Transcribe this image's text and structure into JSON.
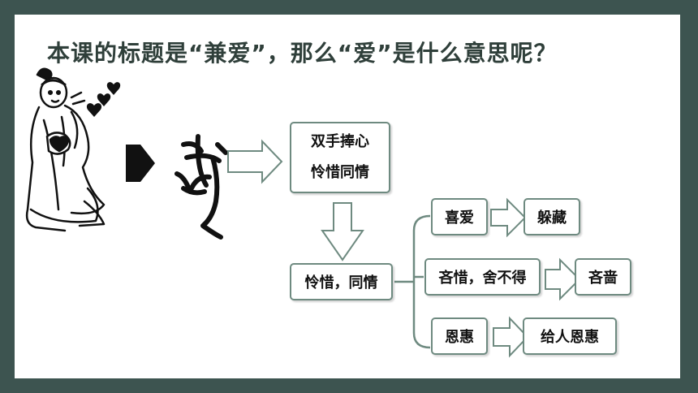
{
  "title": "本课的标题是“兼爱”，那么“爱”是什么意思呢？",
  "boxes": {
    "top_line1": "双手捧心",
    "top_line2": "怜惜同情",
    "middle": "怜惜，同情",
    "b1_left": "喜爱",
    "b1_right": "躲藏",
    "b2_left": "吝惜，舍不得",
    "b2_right": "吝啬",
    "b3_left": "恩惠",
    "b3_right": "给人恩惠"
  },
  "colors": {
    "frame": "#3d5450",
    "title": "#2f3f3a",
    "box_border": "#6e8a80"
  },
  "icons": [
    "kneeling-figure-illustration",
    "heart-icon",
    "triangle-arrow-icon",
    "ancient-character-glyph",
    "hollow-arrow-icon"
  ]
}
